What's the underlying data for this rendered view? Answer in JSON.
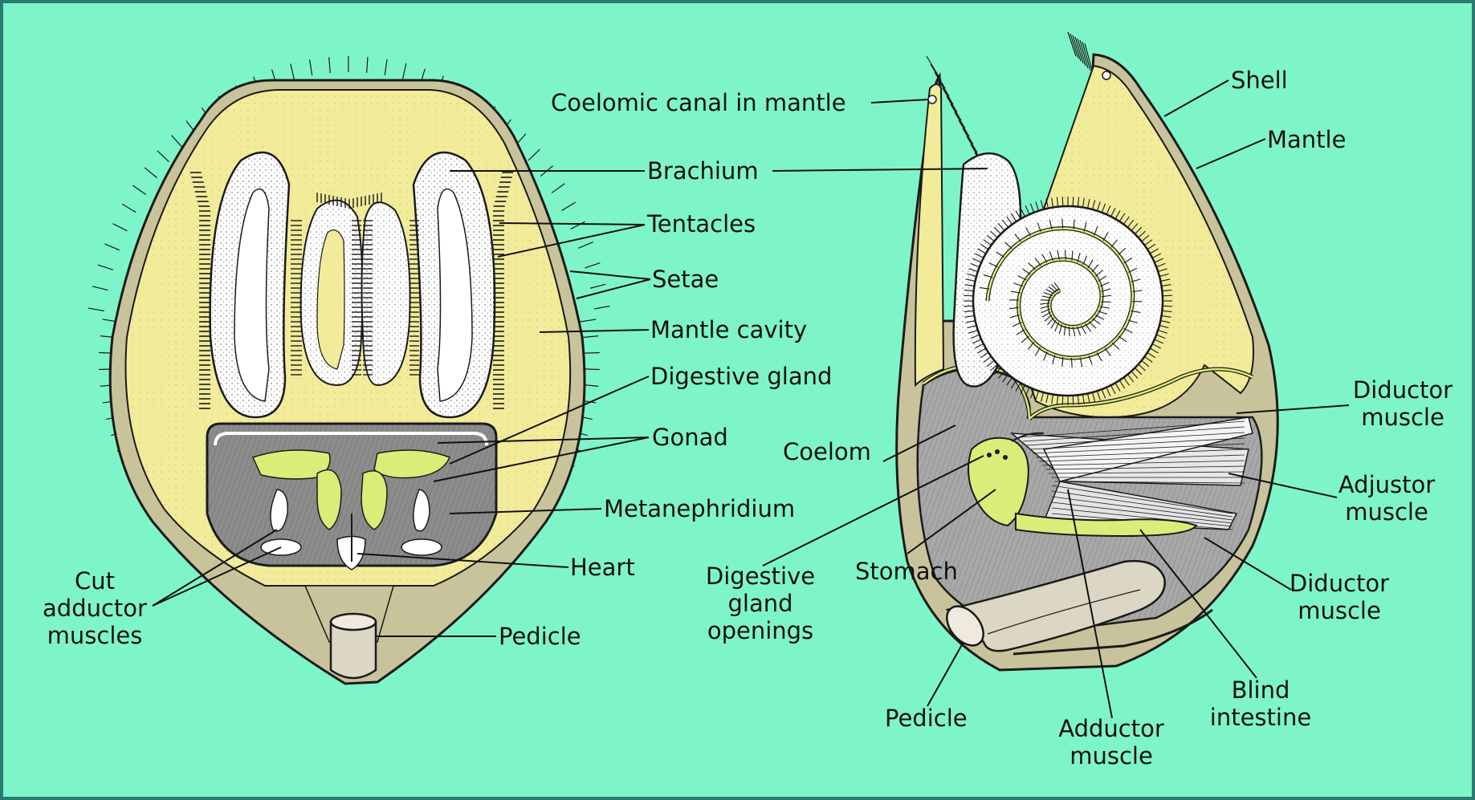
{
  "colors": {
    "background": "#7ef5c8",
    "border": "#2d7b70",
    "shell": "#c9c39b",
    "mantle": "#f2ec9a",
    "organ": "#dcec78",
    "coelom": "#a8a8a8",
    "pedicle": "#dcd6c4"
  },
  "left_view": {
    "labels": {
      "brachium": "Brachium",
      "tentacles": "Tentacles",
      "setae": "Setae",
      "mantle_cavity": "Mantle cavity",
      "digestive_gland": "Digestive gland",
      "gonad": "Gonad",
      "metanephridium": "Metanephridium",
      "heart": "Heart",
      "pedicle": "Pedicle",
      "cut_adductor": [
        "Cut",
        "adductor",
        "muscles"
      ]
    }
  },
  "right_view": {
    "labels": {
      "coelomic_canal": "Coelomic canal in mantle",
      "shell": "Shell",
      "mantle": "Mantle",
      "diductor_upper": [
        "Diductor",
        "muscle"
      ],
      "adjustor": [
        "Adjustor",
        "muscle"
      ],
      "diductor_lower": [
        "Diductor",
        "muscle"
      ],
      "coelom": "Coelom",
      "digestive_gland_openings": [
        "Digestive",
        "gland",
        "openings"
      ],
      "stomach": "Stomach",
      "pedicle": "Pedicle",
      "adductor": [
        "Adductor",
        "muscle"
      ],
      "blind_intestine": [
        "Blind",
        "intestine"
      ]
    }
  }
}
